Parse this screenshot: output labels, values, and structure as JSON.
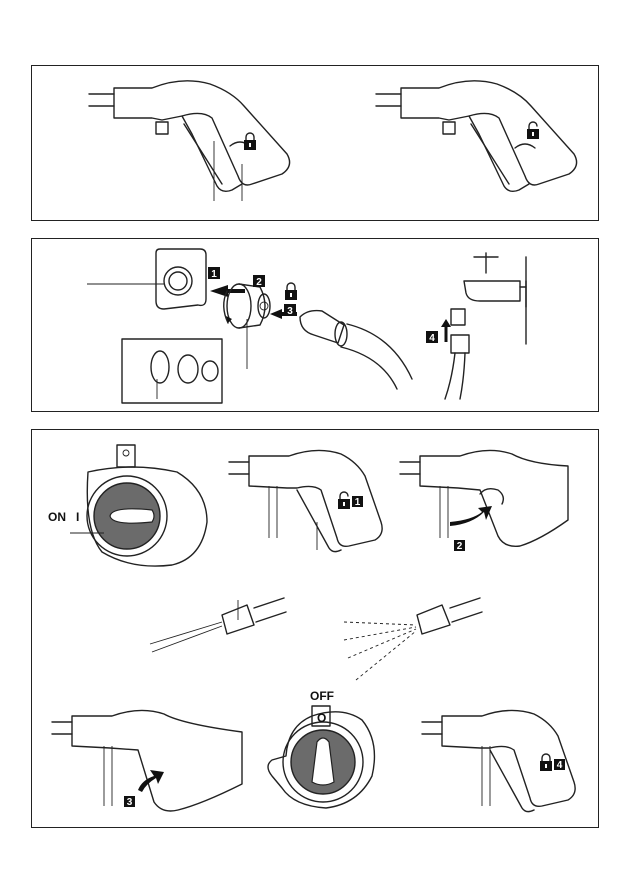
{
  "panel_1": {
    "illustrations": [
      "spray-gun-locked",
      "spray-gun-unlocked"
    ],
    "icons": [
      "padlock-closed-icon",
      "padlock-open-icon"
    ]
  },
  "panel_2": {
    "steps": [
      "1",
      "2",
      "3",
      "4"
    ],
    "icons": [
      "padlock-closed-icon"
    ],
    "illustrations": [
      "hose-coupling-assembly",
      "tap-connector"
    ]
  },
  "panel_3": {
    "switch_on_label": "ON",
    "switch_on_symbol": "I",
    "switch_off_label": "OFF",
    "switch_off_symbol": "O",
    "steps": [
      "1",
      "2",
      "3",
      "4"
    ],
    "icons": [
      "padlock-open-icon",
      "padlock-closed-icon"
    ],
    "illustrations": [
      "switch-on",
      "gun-unlock",
      "gun-trigger-press",
      "nozzle-jet",
      "nozzle-fan",
      "gun-trigger-release",
      "switch-off",
      "gun-lock"
    ]
  },
  "colors": {
    "ink": "#222222",
    "badge": "#111111",
    "knob": "#6b6b6b"
  }
}
